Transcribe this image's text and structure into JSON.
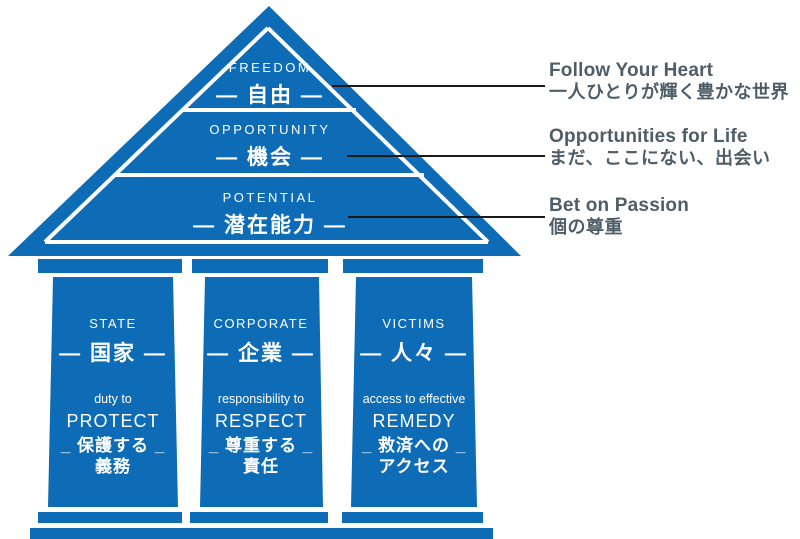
{
  "colors": {
    "primary_blue": "#0d6cb5",
    "annotation_text": "#4e5e68",
    "connector_line": "#1a1a1a"
  },
  "roof": {
    "levels": [
      {
        "en": "FREEDOM",
        "jp": "— 自由 —"
      },
      {
        "en": "OPPORTUNITY",
        "jp": "— 機会 —"
      },
      {
        "en": "POTENTIAL",
        "jp": "— 潜在能力 —"
      }
    ]
  },
  "annotations": [
    {
      "en": "Follow Your Heart",
      "jp": "一人ひとりが輝く豊かな世界"
    },
    {
      "en": "Opportunities for Life",
      "jp": "まだ、ここにない、出会い"
    },
    {
      "en": "Bet on Passion",
      "jp": "個の尊重"
    }
  ],
  "pillars": [
    {
      "role_en": "STATE",
      "role_jp": "— 国家 —",
      "duty_lead": "duty to",
      "duty_en": "PROTECT",
      "duty_jp_1": "_ 保護する _",
      "duty_jp_2": "義務"
    },
    {
      "role_en": "CORPORATE",
      "role_jp": "— 企業 —",
      "duty_lead": "responsibility to",
      "duty_en": "RESPECT",
      "duty_jp_1": "_ 尊重する _",
      "duty_jp_2": "責任"
    },
    {
      "role_en": "VICTIMS",
      "role_jp": "— 人々 —",
      "duty_lead": "access to effective",
      "duty_en": "REMEDY",
      "duty_jp_1": "_ 救済への _",
      "duty_jp_2": "アクセス"
    }
  ]
}
